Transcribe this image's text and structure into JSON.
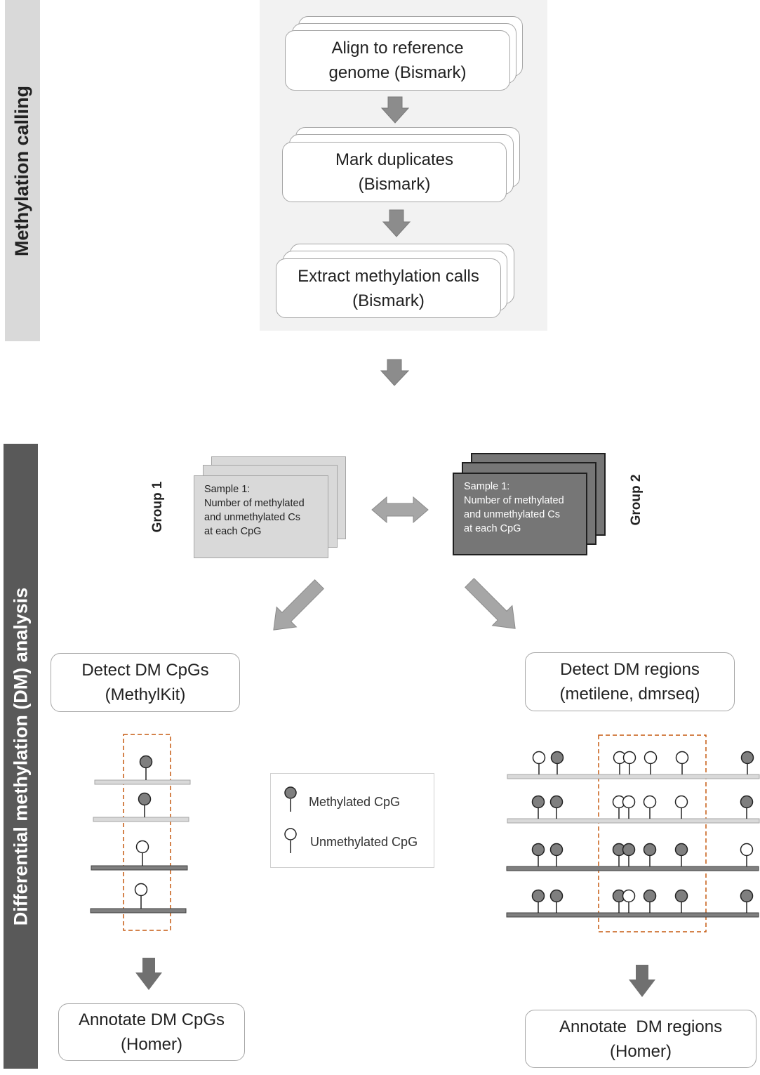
{
  "side_labels": {
    "top": "Methylation calling",
    "bottom": "Differential methylation (DM) analysis"
  },
  "pipeline": {
    "step1": [
      "Align to reference",
      "genome (Bismark)"
    ],
    "step2": [
      "Mark duplicates",
      "(Bismark)"
    ],
    "step3": [
      "Extract methylation calls",
      "(Bismark)"
    ]
  },
  "groups": {
    "group1_label": "Group 1",
    "group2_label": "Group 2",
    "sample_text": [
      "Sample 1:",
      "Number of methylated",
      "and unmethylated Cs",
      "at each CpG"
    ]
  },
  "detect": {
    "cpgs": [
      "Detect DM CpGs",
      "(MethylKit)"
    ],
    "regions": [
      "Detect DM regions",
      "(metilene, dmrseq)"
    ]
  },
  "annotate": {
    "cpgs": [
      "Annotate DM CpGs",
      "(Homer)"
    ],
    "regions": [
      "Annotate  DM regions",
      "(Homer)"
    ]
  },
  "legend": {
    "methylated": "Methylated CpG",
    "unmethylated": "Unmethylated CpG"
  },
  "colors": {
    "arrow_fill": "#8c8c8c",
    "arrow_dark": "#6f6f6f",
    "methylated_fill": "#7f7f7f",
    "dashed_box": "#c55a11",
    "light_strand": "#d9d9d9",
    "dark_strand": "#7f7f7f"
  }
}
